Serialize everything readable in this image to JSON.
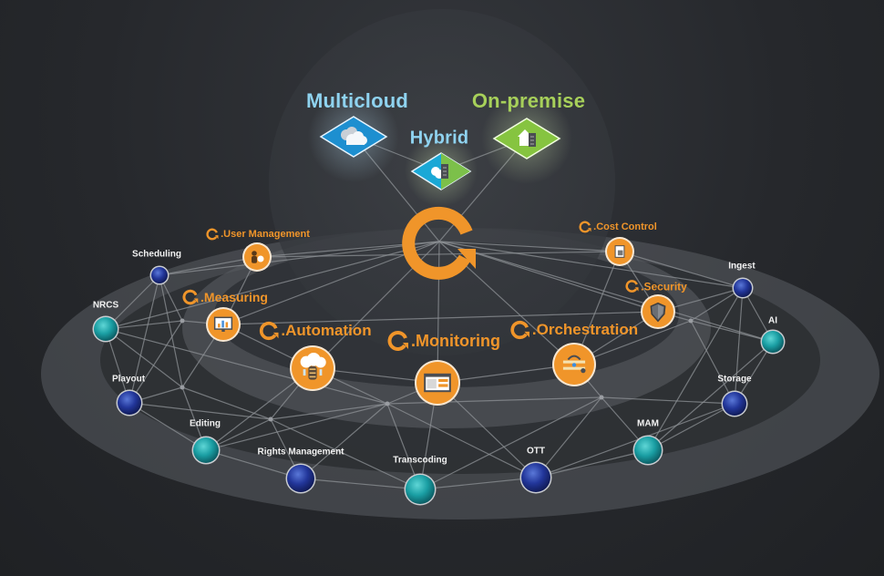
{
  "colors": {
    "orange": "#f0952a",
    "teal": "#1fa5a8",
    "navy": "#1e2f8a",
    "multicloud_blue": "#8fd3f0",
    "hybrid_blue": "#8fd3f0",
    "onpremise_green": "#a7d05a",
    "line": "#8e9196"
  },
  "deployment": {
    "multicloud": {
      "label": "Multicloud",
      "icon": "cloud-icon"
    },
    "hybrid": {
      "label": "Hybrid",
      "icon": "cloud-server-icon"
    },
    "onpremise": {
      "label": "On-premise",
      "icon": "house-server-icon"
    }
  },
  "core": {
    "icon": "q-logo-icon"
  },
  "services": [
    {
      "id": "user-management",
      "label": ".User Management",
      "icon": "user-gear-icon",
      "size": "small"
    },
    {
      "id": "measuring",
      "label": ".Measuring",
      "icon": "monitor-chart-icon",
      "size": "small"
    },
    {
      "id": "automation",
      "label": ".Automation",
      "icon": "cloud-database-icon",
      "size": "large"
    },
    {
      "id": "monitoring",
      "label": ".Monitoring",
      "icon": "dashboard-window-icon",
      "size": "large"
    },
    {
      "id": "orchestration",
      "label": ".Orchestration",
      "icon": "workflow-icon",
      "size": "large"
    },
    {
      "id": "cost-control",
      "label": ".Cost Control",
      "icon": "document-icon",
      "size": "small"
    },
    {
      "id": "security",
      "label": ".Security",
      "icon": "shield-icon",
      "size": "small"
    }
  ],
  "nodes": [
    {
      "id": "scheduling",
      "label": "Scheduling",
      "color": "navy"
    },
    {
      "id": "nrcs",
      "label": "NRCS",
      "color": "teal"
    },
    {
      "id": "playout",
      "label": "Playout",
      "color": "navy"
    },
    {
      "id": "editing",
      "label": "Editing",
      "color": "teal"
    },
    {
      "id": "rights-management",
      "label": "Rights Management",
      "color": "navy"
    },
    {
      "id": "transcoding",
      "label": "Transcoding",
      "color": "teal"
    },
    {
      "id": "ott",
      "label": "OTT",
      "color": "navy"
    },
    {
      "id": "mam",
      "label": "MAM",
      "color": "teal"
    },
    {
      "id": "storage",
      "label": "Storage",
      "color": "navy"
    },
    {
      "id": "ai",
      "label": "AI",
      "color": "teal"
    },
    {
      "id": "ingest",
      "label": "Ingest",
      "color": "navy"
    }
  ]
}
